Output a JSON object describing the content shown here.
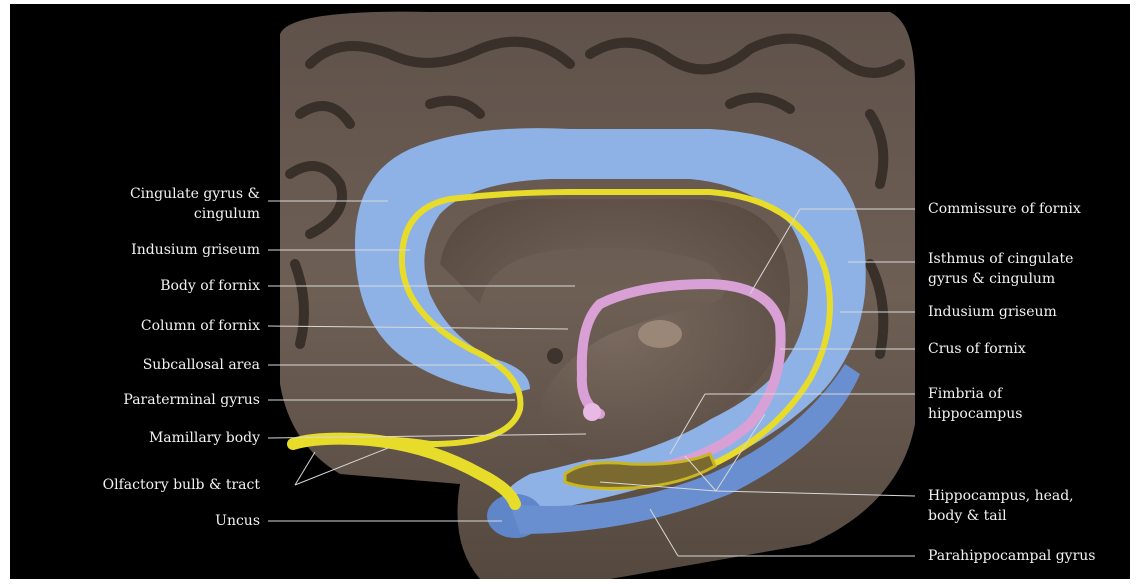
{
  "labels_left": [
    {
      "id": "cingulate",
      "text_lines": [
        "Cingulate gyrus &",
        "cingulum"
      ]
    },
    {
      "id": "indusium-left",
      "text_lines": [
        "Indusium griseum"
      ]
    },
    {
      "id": "body-fornix",
      "text_lines": [
        "Body of fornix"
      ]
    },
    {
      "id": "column-fornix",
      "text_lines": [
        "Column of fornix"
      ]
    },
    {
      "id": "subcallosal",
      "text_lines": [
        "Subcallosal area"
      ]
    },
    {
      "id": "paraterminal",
      "text_lines": [
        "Paraterminal gyrus"
      ]
    },
    {
      "id": "mamillary",
      "text_lines": [
        "Mamillary body"
      ]
    },
    {
      "id": "olfactory",
      "text_lines": [
        "Olfactory bulb & tract"
      ]
    },
    {
      "id": "uncus",
      "text_lines": [
        "Uncus"
      ]
    }
  ],
  "labels_right": [
    {
      "id": "commissure",
      "text_lines": [
        "Commissure of fornix"
      ]
    },
    {
      "id": "isthmus",
      "text_lines": [
        "Isthmus of cingulate",
        "gyrus & cingulum"
      ]
    },
    {
      "id": "indusium-right",
      "text_lines": [
        "Indusium griseum"
      ]
    },
    {
      "id": "crus",
      "text_lines": [
        "Crus of fornix"
      ]
    },
    {
      "id": "fimbria",
      "text_lines": [
        "Fimbria of",
        "hippocampus"
      ]
    },
    {
      "id": "hippocampus",
      "text_lines": [
        "Hippocampus, head,",
        "body & tail"
      ]
    },
    {
      "id": "parahippocampal",
      "text_lines": [
        "Parahippocampal gyrus"
      ]
    }
  ],
  "colors": {
    "background": "#000000",
    "brain_tissue": "#6b5c52",
    "brain_dark": "#4a3f38",
    "cingulate_blue": "#8fb2e6",
    "indusium_yellow": "#e8dc2a",
    "fornix_pink": "#d9a0d6",
    "label_text": "#f2f2f2",
    "leader_line": "#d8d8d8"
  }
}
